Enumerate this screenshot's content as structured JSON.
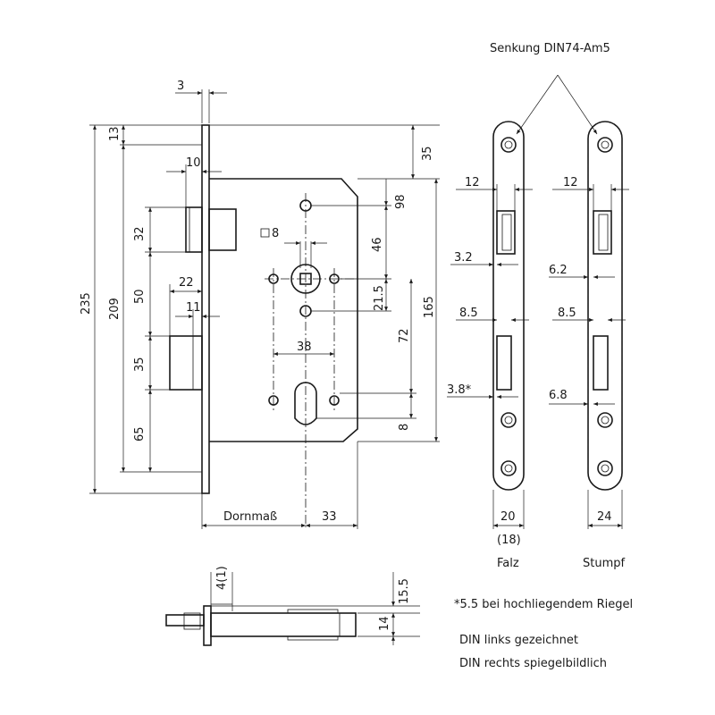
{
  "drawing": {
    "senkung_label": "Senkung DIN74-Am5",
    "front_view": {
      "dims": {
        "d3": "3",
        "d13": "13",
        "d10": "10",
        "d35_top": "35",
        "d98": "98",
        "d32": "32",
        "d8_square": "8",
        "d46": "46",
        "d22": "22",
        "d50": "50",
        "d21_5": "21.5",
        "d165": "165",
        "d11": "11",
        "d235": "235",
        "d209": "209",
        "d72": "72",
        "d38": "38",
        "d35_mid": "35",
        "d8_low": "8",
        "d65": "65",
        "dornmass": "Dornmaß",
        "d33": "33"
      }
    },
    "faceplate_falz": {
      "d12": "12",
      "d3_2": "3.2",
      "d8_5": "8.5",
      "d3_8": "3.8*",
      "d20": "20",
      "d18": "(18)",
      "label": "Falz"
    },
    "faceplate_stumpf": {
      "d12": "12",
      "d6_2": "6.2",
      "d8_5": "8.5",
      "d6_8": "6.8",
      "d24": "24",
      "label": "Stumpf"
    },
    "side_view": {
      "d4_1": "4(1)",
      "d15_5": "15.5",
      "d14": "14"
    },
    "notes": {
      "footnote": "*5.5 bei hochliegendem Riegel",
      "din_left": "DIN links gezeichnet",
      "din_right": "DIN rechts spiegelbildlich"
    }
  }
}
